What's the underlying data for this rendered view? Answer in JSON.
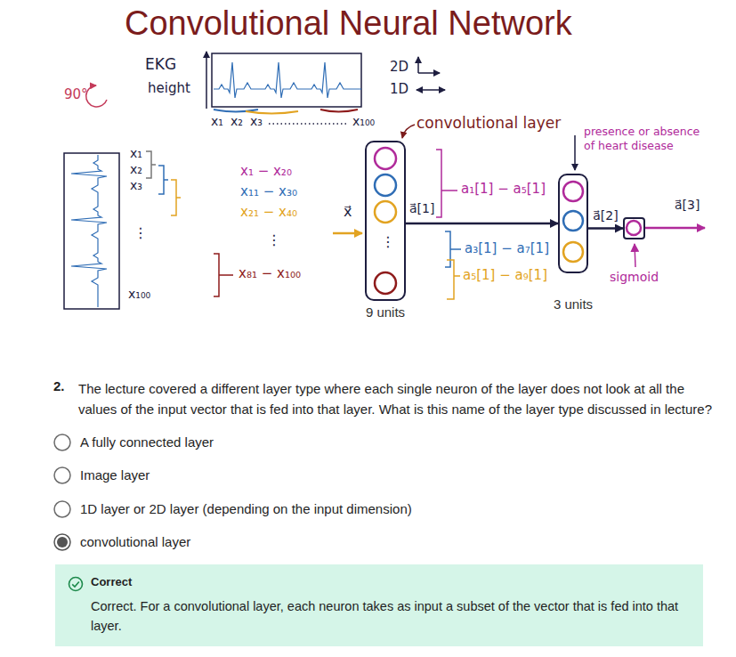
{
  "diagram": {
    "title": "Convolutional Neural Network",
    "nodes": [
      {
        "text": [
          "9 units"
        ]
      },
      {
        "text": [
          "3 units"
        ]
      },
      {
        "text": [
          "sigmoid"
        ]
      },
      {
        "text": [
          "Correct",
          "Correct. For a convolutional layer, each neuron takes as input a subset of the vector that is fed into that layer."
        ]
      }
    ],
    "edges": [
      {
        "from": 0,
        "to": 1,
        "arrow": "to"
      },
      {
        "from": 1,
        "to": 2,
        "arrow": "to",
        "label": "a⃗[2]"
      }
    ],
    "labels": [
      "EKG",
      "height",
      "90°",
      "2D",
      "1D",
      "x₁",
      "x₂",
      "x₃",
      "x₁₀₀",
      "x₁",
      "x₂",
      "x₃",
      "⋮",
      "x₁₀₀",
      "x₁ − x₂₀",
      "x₁₁ − x₃₀",
      "x₂₁ − x₄₀",
      "⋮",
      "x₈₁ − x₁₀₀",
      "convolutional layer",
      "presence or absence of heart disease",
      "x⃗",
      "a⃗[1]",
      "⋮",
      "a₁[1] − a₅[1]",
      "a₃[1] − a₇[1]",
      "a₅[1] − a₉[1]",
      "a⃗[3]",
      "2.",
      "The lecture covered a different layer type where each single neuron of the layer does not look at all the values of the input vector that is fed into that layer. What is this name of the layer type discussed in lecture?",
      "A fully connected layer",
      "Image layer",
      "1D layer or 2D layer (depending on the input dimension)",
      "convolutional layer"
    ]
  }
}
